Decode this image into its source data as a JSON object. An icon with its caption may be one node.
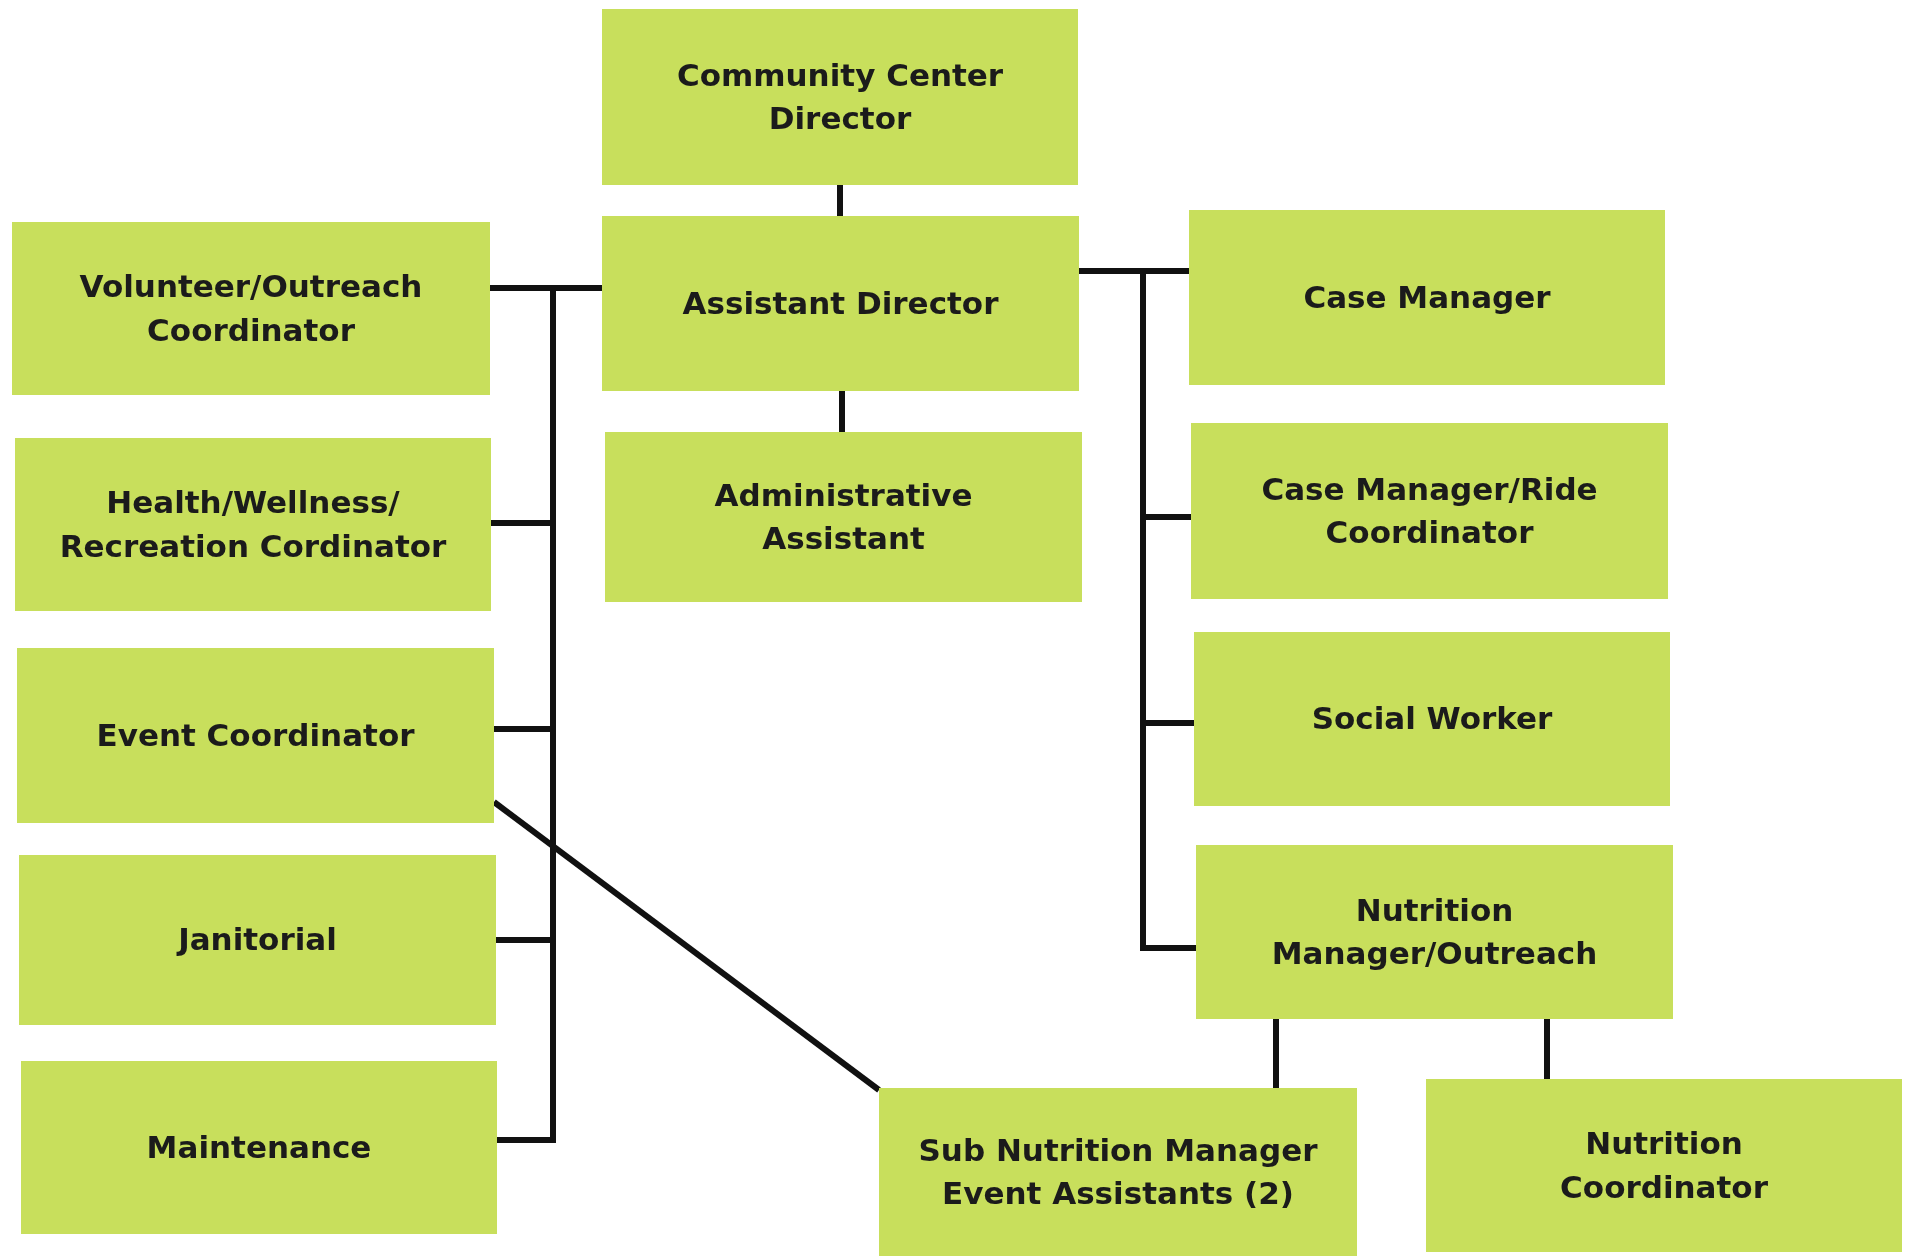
{
  "diagram": {
    "nodes": [
      {
        "text": [
          "Community Center Director"
        ]
      },
      {
        "text": [
          "Assistant Director"
        ]
      },
      {
        "text": [
          "Administrative Assistant"
        ]
      },
      {
        "text": [
          "Volunteer/Outreach Coordinator"
        ]
      },
      {
        "text": [
          "Health/Wellness/ Recreation Cordinator"
        ]
      },
      {
        "text": [
          "Event Coordinator"
        ]
      },
      {
        "text": [
          "Janitorial"
        ]
      },
      {
        "text": [
          "Maintenance"
        ]
      },
      {
        "text": [
          "Case Manager"
        ]
      },
      {
        "text": [
          "Case Manager/Ride Coordinator"
        ]
      },
      {
        "text": [
          "Social Worker"
        ]
      },
      {
        "text": [
          "Nutrition Manager/Outreach"
        ]
      },
      {
        "text": [
          "Sub Nutrition Manager Event Assistants (2)"
        ]
      },
      {
        "text": [
          "Nutrition Coordinator"
        ]
      }
    ],
    "edges": [
      {
        "from": 0,
        "to": 1,
        "arrow": "none"
      },
      {
        "from": 1,
        "to": 2,
        "arrow": "none"
      },
      {
        "from": 1,
        "to": 3,
        "arrow": "none"
      },
      {
        "from": 1,
        "to": 4,
        "arrow": "none"
      },
      {
        "from": 1,
        "to": 5,
        "arrow": "none"
      },
      {
        "from": 1,
        "to": 6,
        "arrow": "none"
      },
      {
        "from": 1,
        "to": 7,
        "arrow": "none"
      },
      {
        "from": 1,
        "to": 8,
        "arrow": "none"
      },
      {
        "from": 1,
        "to": 9,
        "arrow": "none"
      },
      {
        "from": 1,
        "to": 10,
        "arrow": "none"
      },
      {
        "from": 1,
        "to": 11,
        "arrow": "none"
      },
      {
        "from": 5,
        "to": 12,
        "arrow": "none"
      },
      {
        "from": 11,
        "to": 12,
        "arrow": "none"
      },
      {
        "from": 11,
        "to": 13,
        "arrow": "none"
      }
    ]
  }
}
